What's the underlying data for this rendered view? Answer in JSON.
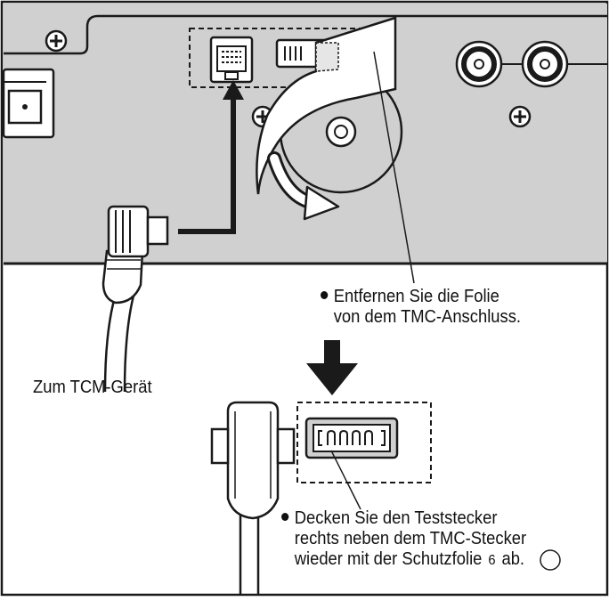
{
  "labels": {
    "remove_foil": {
      "line1": "Entfernen Sie die Folie",
      "line2": "von dem TMC-Anschluss."
    },
    "to_device": "Zum TCM-Gerät",
    "cover_test": {
      "line1": "Decken Sie den Teststecker",
      "line2": "rechts neben dem TMC-Stecker",
      "line3_a": "wieder mit der Schutzfolie",
      "line3_num": "6",
      "line3_b": "ab."
    }
  },
  "colors": {
    "panel": "#d0d0d0",
    "line": "#1a1a1a",
    "background": "#ffffff"
  }
}
